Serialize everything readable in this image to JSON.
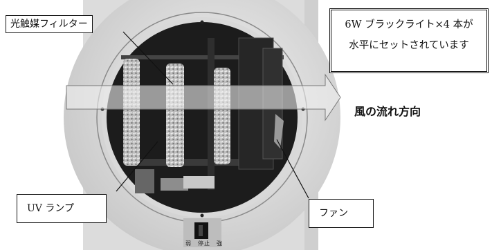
{
  "labels": {
    "photocatalyst_filter": "光触媒フィルター",
    "blacklight_line1": "6W ブラックライト×4 本が",
    "blacklight_line2": "水平にセットされています",
    "wind_direction": "風の流れ方向",
    "uv_lamp": "UV ランプ",
    "fan": "ファン"
  },
  "switch_panel": {
    "text": "弱　停止　強"
  },
  "colors": {
    "frame_outer": "#e6e6e6",
    "frame_inner": "#d2d2d2",
    "interior": "#1c1c1c",
    "filter": "#c9c9c9",
    "arrow_fill": "#efefef"
  }
}
